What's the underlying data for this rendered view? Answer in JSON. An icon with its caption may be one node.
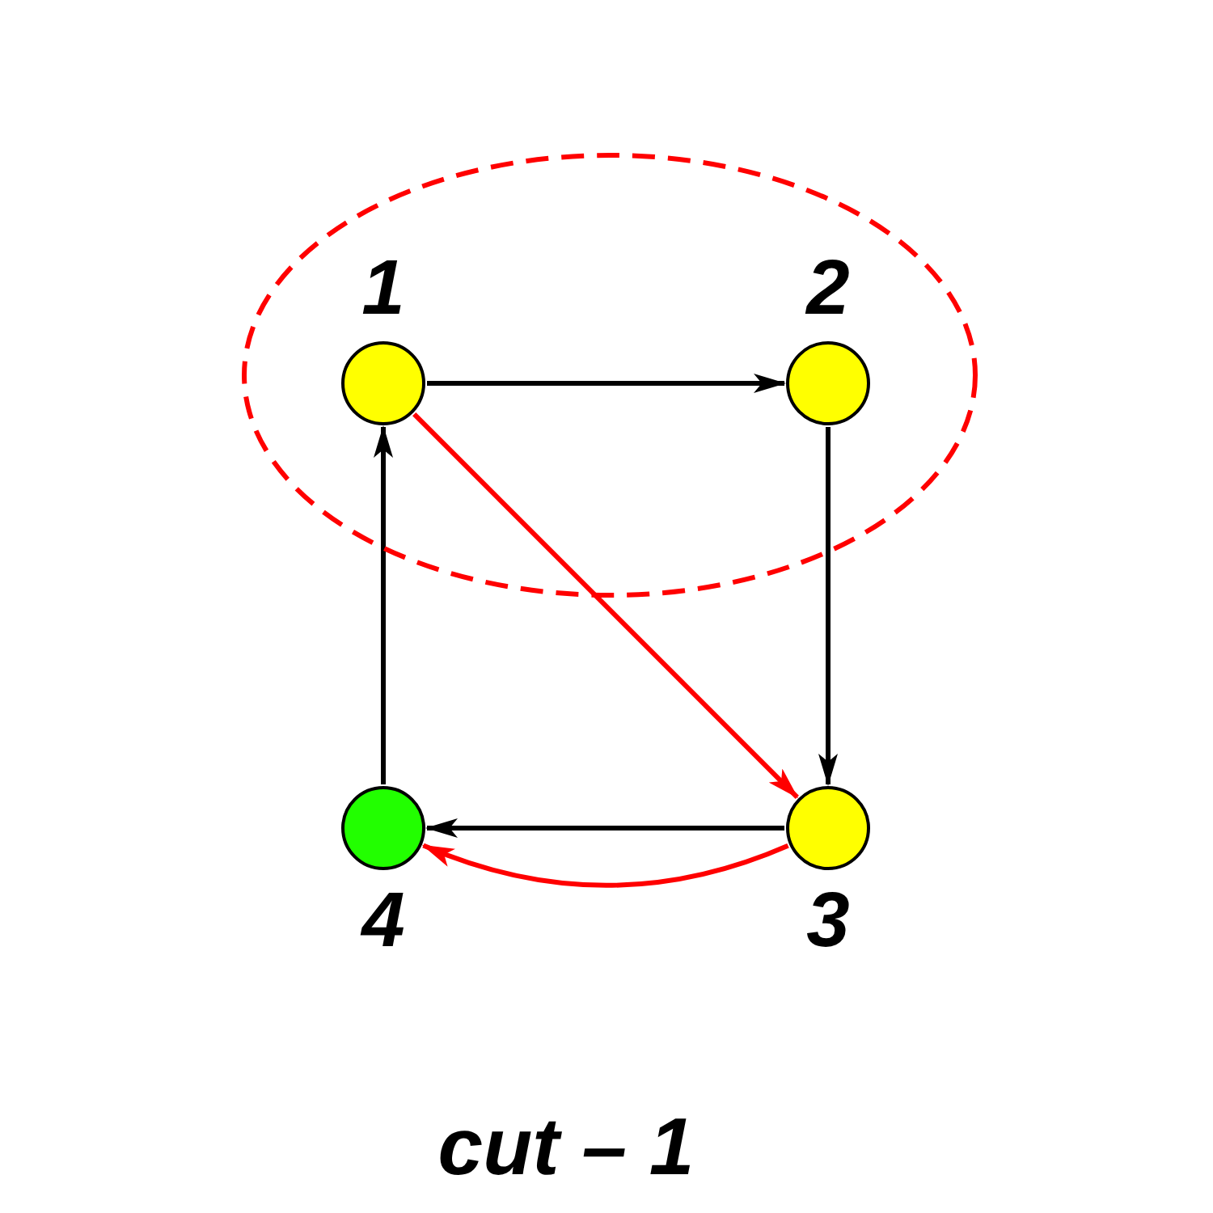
{
  "diagram": {
    "caption": "cut – 1",
    "nodes": [
      {
        "text": [],
        "shape": "ellipse"
      },
      {
        "text": [
          "1"
        ],
        "in": 0
      },
      {
        "text": [
          "2"
        ],
        "in": 0
      },
      {
        "text": [
          "3"
        ]
      },
      {
        "text": [
          "4"
        ]
      }
    ],
    "edges": [
      {
        "from": 1,
        "to": 2,
        "arrow": "to"
      },
      {
        "from": 2,
        "to": 3,
        "arrow": "to"
      },
      {
        "from": 3,
        "to": 4,
        "arrow": "to"
      },
      {
        "from": 4,
        "to": 1,
        "arrow": "to"
      },
      {
        "from": 1,
        "to": 3,
        "arrow": "to",
        "color": "#ff0000"
      },
      {
        "from": 3,
        "to": 4,
        "arrow": "to",
        "color": "#ff0000"
      }
    ]
  }
}
